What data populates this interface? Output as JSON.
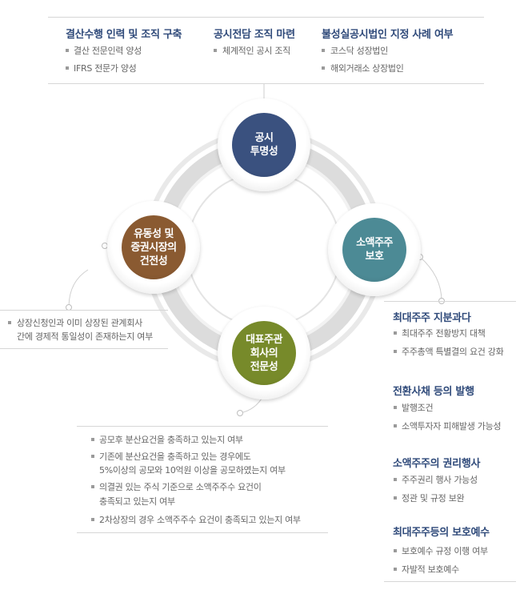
{
  "top_box": {
    "columns": [
      {
        "title": "결산수행 인력 및 조직 구축",
        "items": [
          "결산 전문인력 양성",
          "IFRS 전문가 양성"
        ]
      },
      {
        "title": "공시전담 조직 마련",
        "items": [
          "체계적인 공시 조직"
        ]
      },
      {
        "title": "불성실공시법인 지정 사례 여부",
        "items": [
          "코스닥 성장법인",
          "해외거래소 상장법인"
        ]
      }
    ]
  },
  "circles": {
    "top": {
      "lines": [
        "공시",
        "투명성"
      ],
      "color": "#3a517f"
    },
    "left": {
      "lines": [
        "유동성 및",
        "증권시장의",
        "건전성"
      ],
      "color": "#8a5a31"
    },
    "right": {
      "lines": [
        "소액주주",
        "보호"
      ],
      "color": "#4c8a95"
    },
    "bottom": {
      "lines": [
        "대표주관",
        "회사의",
        "전문성"
      ],
      "color": "#778a2a"
    }
  },
  "left_box": {
    "items": [
      {
        "lines": [
          "상장신청인과 이미 상장된 관계회사",
          "간에 경제적 통일성이 존재하는지 여부"
        ]
      }
    ]
  },
  "bottom_box": {
    "items": [
      {
        "lines": [
          "공모후 분산요건을 충족하고 있는지 여부"
        ]
      },
      {
        "lines": [
          "기존에 분산요건을 충족하고 있는 경우에도",
          "5%이상의 공모와 10억원 이상을 공모하였는지 여부"
        ]
      },
      {
        "lines": [
          "의결권 있는 주식 기준으로 소액주주수 요건이",
          "충족되고 있는지 여부"
        ]
      },
      {
        "lines": [
          "2차상장의 경우 소액주주수 요건이 충족되고 있는지 여부"
        ]
      }
    ]
  },
  "right_box": {
    "sections": [
      {
        "title": "최대주주 지분과다",
        "items": [
          "최대주주 전황방지 대책",
          "주주총액 특별결의 요건 강화"
        ]
      },
      {
        "title": "전환사채 등의 발행",
        "items": [
          "발행조건",
          "소액투자자 피해발생 가능성"
        ]
      },
      {
        "title": "소액주주의 권리행사",
        "items": [
          "주주권리 행사 가능성",
          "정관 및 규정 보완"
        ]
      },
      {
        "title": "최대주주등의 보호예수",
        "items": [
          "보호예수 규정 이행 여부",
          "자발적 보호예수"
        ]
      }
    ]
  }
}
